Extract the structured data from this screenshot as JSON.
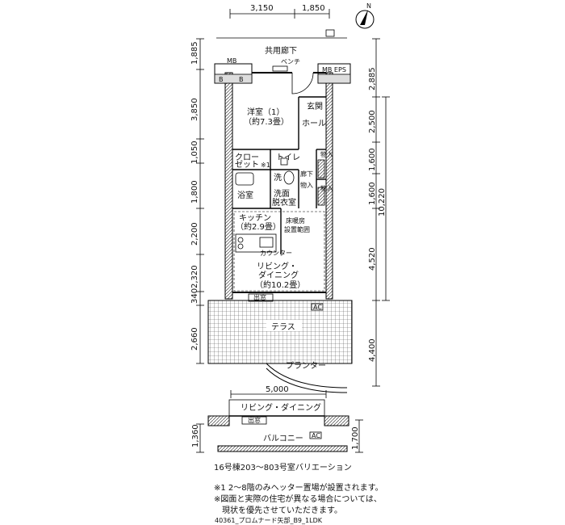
{
  "dims": {
    "top": [
      "3,150",
      "1,850"
    ],
    "left": [
      "1,885",
      "3,850",
      "1,050",
      "1,800",
      "2,200",
      "2,320",
      "340",
      "2,660"
    ],
    "right": [
      "2,885",
      "2,500",
      "1,600",
      "1,600",
      "4,520",
      "4,400"
    ],
    "right_total": "10,220",
    "balcony_width": "5,000",
    "balcony_left": "1,360",
    "balcony_right": "1,700"
  },
  "labels": {
    "corridor": "共用廊下",
    "mb_left": "MB",
    "b1": "B",
    "b2": "B",
    "mb_eps": "MB EPS",
    "bench": "ベンチ",
    "bedroom": "洋室（1）",
    "bedroom_area": "（約7.3畳）",
    "entrance": "玄関",
    "hall": "ホール",
    "closet1": "クロー",
    "closet2": "ゼット",
    "closet_note": "※1",
    "toilet": "トイレ",
    "storage1": "物入",
    "storage2": "物入",
    "storage3": "物入",
    "hallway": "廊下",
    "wash": "洗",
    "bath": "浴室",
    "washroom1": "洗面",
    "washroom2": "脱衣室",
    "kitchen": "キッチン",
    "kitchen_area": "（約2.9畳）",
    "floor_heat1": "床暖房",
    "floor_heat2": "設置範囲",
    "counter": "カウンター",
    "living1": "リビング・",
    "living2": "ダイニング",
    "living_area": "（約10.2畳）",
    "window": "出窓",
    "ac": "AC",
    "terrace": "テラス",
    "planter": "プランター",
    "balcony_living": "リビング・ダイニング",
    "balcony_window": "出窓",
    "balcony": "バルコニー",
    "balcony_ac": "AC"
  },
  "notes": {
    "variation": "16号棟203～803号室バリエーション",
    "note1": "※1 2～8階のみヘッター置場が設置されます。",
    "note2": "※図面と実際の住宅が異なる場合については、",
    "note3": "現状を優先させていただきます。",
    "code": "40361_プロムナード矢部_B9_1LDK"
  },
  "compass": {
    "letter": "N",
    "icon": "north-arrow-icon"
  }
}
